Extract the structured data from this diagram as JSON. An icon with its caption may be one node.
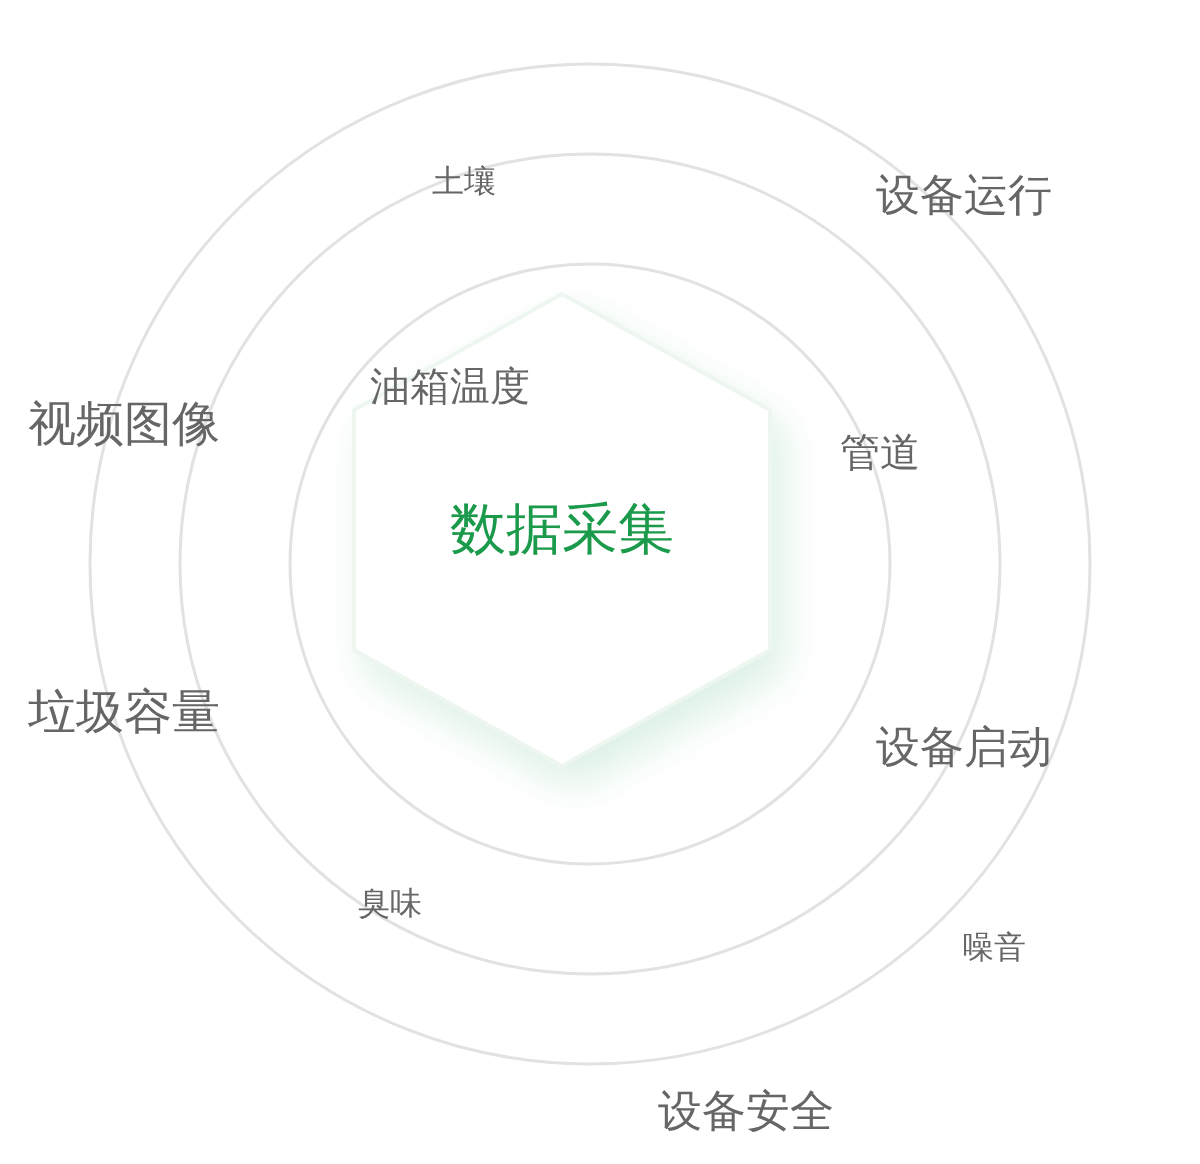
{
  "diagram": {
    "nodes": [
      {
        "text": [
          "数据采集"
        ]
      }
    ],
    "labels": [
      "土壤",
      "设备运行",
      "油箱温度",
      "视频图像",
      "管道",
      "垃圾容量",
      "设备启动",
      "臭味",
      "噪音",
      "设备安全"
    ]
  }
}
